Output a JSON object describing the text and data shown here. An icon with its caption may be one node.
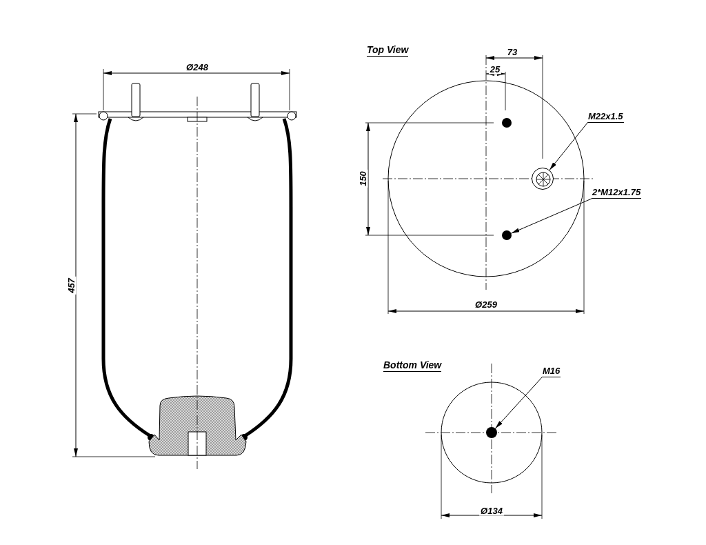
{
  "diagram": {
    "nodes": [
      {
        "text": [
          "M22x1.5"
        ]
      },
      {
        "text": [],
        "shape": "circle"
      },
      {
        "text": [],
        "shape": "circle"
      },
      {
        "text": [
          "2*M12x1.75"
        ]
      },
      {
        "text": [],
        "shape": "circle"
      },
      {
        "text": [
          "M16"
        ]
      },
      {
        "text": [],
        "shape": "circle"
      }
    ],
    "edges": [
      {
        "from": 0,
        "to": 2,
        "arrow": "to"
      },
      {
        "from": 3,
        "to": 4,
        "arrow": "to"
      },
      {
        "from": 5,
        "to": 6,
        "arrow": "to"
      }
    ],
    "labels": [
      "Ø248",
      "457",
      "Top View",
      "73",
      "25",
      "150",
      "Ø259",
      "Bottom View",
      "Ø134"
    ]
  }
}
